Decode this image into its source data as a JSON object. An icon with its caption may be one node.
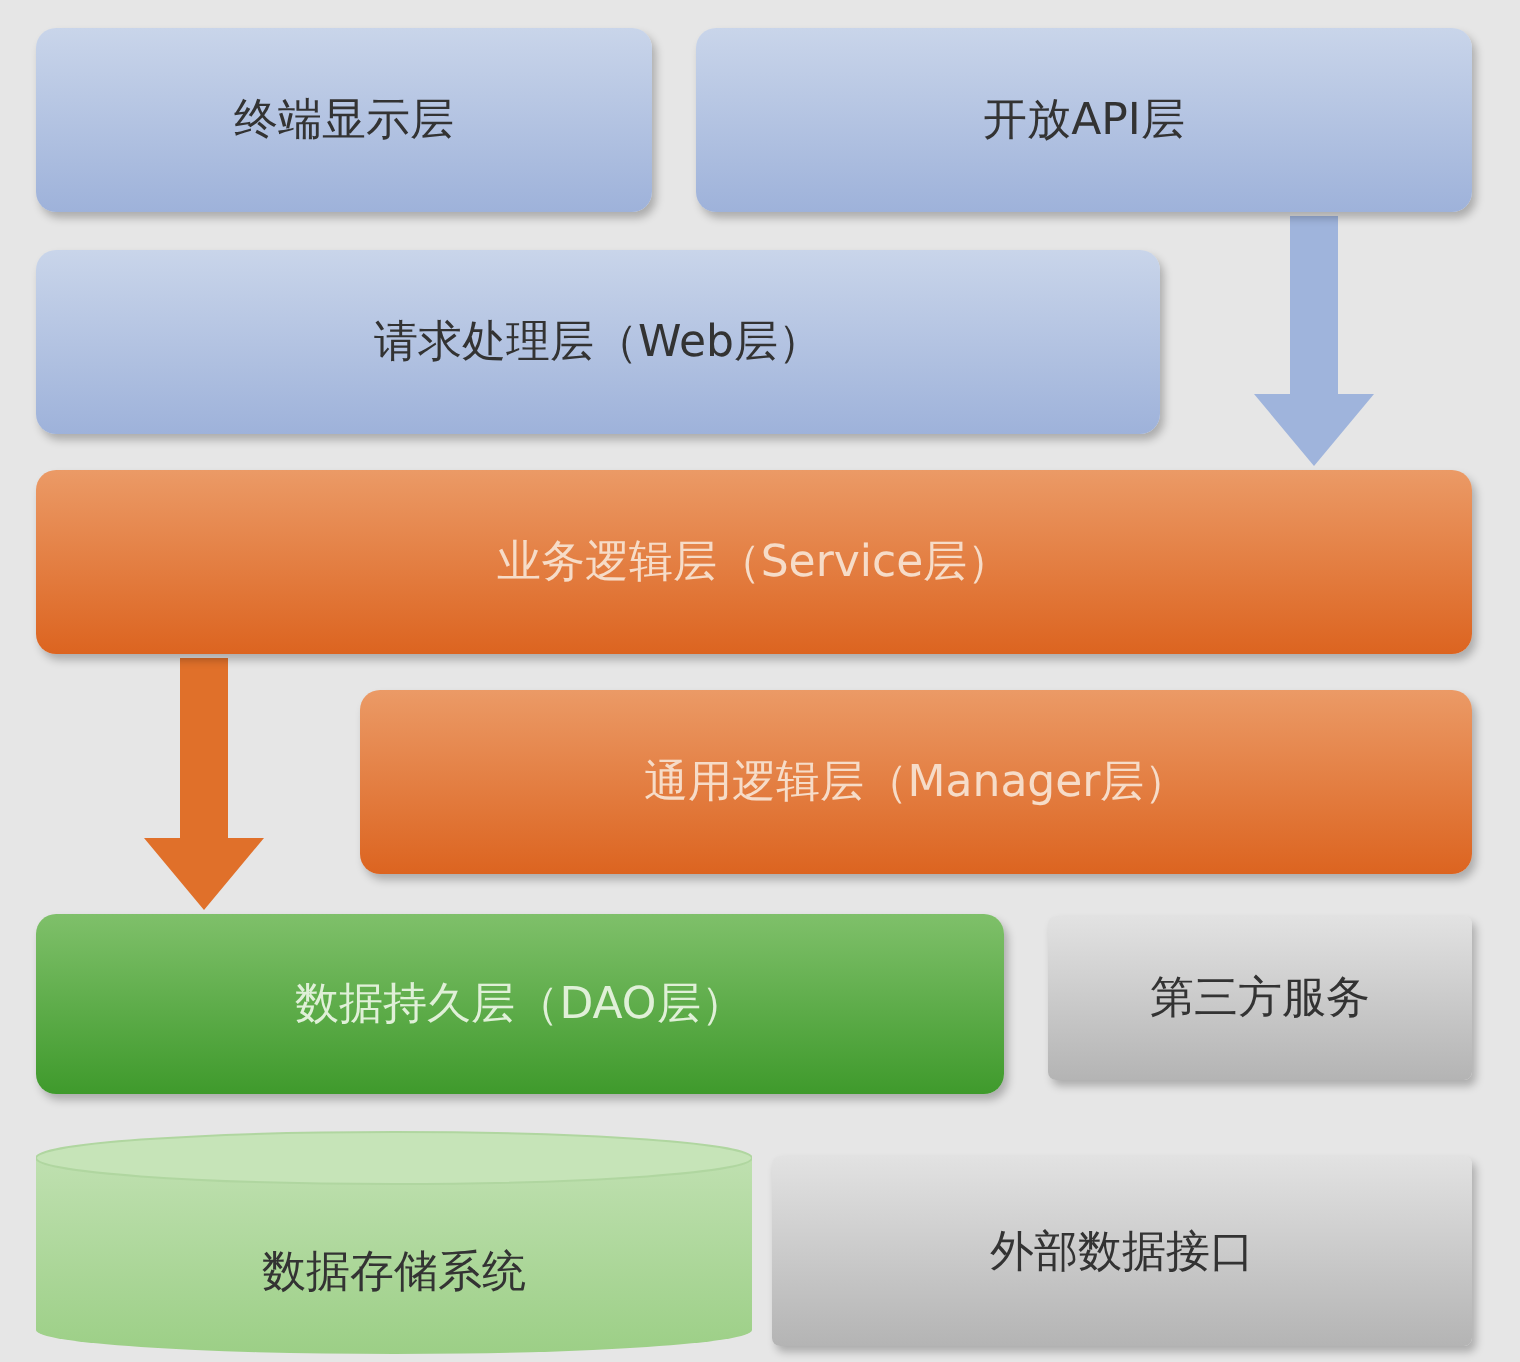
{
  "diagram": {
    "nodes": [
      {
        "text": [
          "终端显示层"
        ]
      },
      {
        "text": [
          "开放API层"
        ]
      },
      {
        "text": [
          "请求处理层（Web层）"
        ]
      },
      {
        "text": [
          "业务逻辑层（Service层）"
        ]
      },
      {
        "text": [
          "通用逻辑层（Manager层）"
        ]
      },
      {
        "text": [
          "数据持久层（DAO层）"
        ]
      },
      {
        "text": [
          "第三方服务"
        ]
      },
      {
        "text": [
          "数据存储系统"
        ]
      },
      {
        "text": [
          "外部数据接口"
        ]
      }
    ],
    "edges": [
      {
        "from": 1,
        "to": 3,
        "arrow": "to",
        "color": "#9fb4dc"
      },
      {
        "from": 3,
        "to": 5,
        "arrow": "to",
        "color": "#e0702a"
      }
    ]
  }
}
